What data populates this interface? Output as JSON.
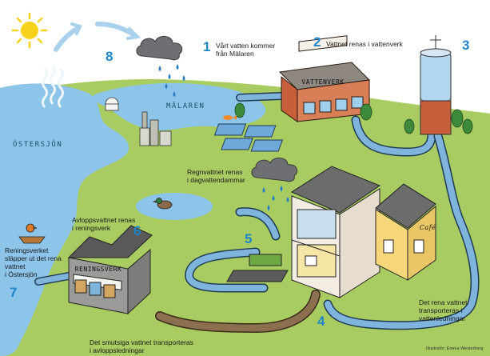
{
  "steps": {
    "s1": {
      "number": "1",
      "text": "Vårt vatten kommer\nfrån Mälaren"
    },
    "s2": {
      "number": "2",
      "text": "Vattnet renas i vattenverk"
    },
    "s3": {
      "number": "3"
    },
    "s4": {
      "number": "4",
      "text": "Det rena vattnet\ntransporteras i\nvattenledningar"
    },
    "s5": {
      "number": "5"
    },
    "s6": {
      "number": "6",
      "text": "Avloppsvattnet renas\ni reningsverk"
    },
    "s7": {
      "number": "7",
      "text": "Reningsverket\nsläpper ut det rena\nvattnet\ni Östersjön"
    },
    "s8": {
      "number": "8"
    }
  },
  "rainwater_text": "Regnvattnet renas\ni dagvattendammar",
  "sewage_text": "Det smutsiga vattnet transporteras\ni avloppsledningar",
  "places": {
    "malaren": "MÄLAREN",
    "ostersjon": "ÖSTERSJÖN"
  },
  "signs": {
    "vattenverk": "VATTENVERK",
    "reningsverk": "RENINGSVERK",
    "cafe": "Café"
  },
  "credit": "Illustratör: Emma Westerberg",
  "colors": {
    "number_blue": "#1e86c8",
    "water": "#8dc4ea",
    "land": "#a9cc62",
    "pipe_clean": "#7fb4dd",
    "pipe_dirty": "#8b6f4e"
  },
  "icons": [
    "sun-icon",
    "cloud-icon",
    "rain-icon",
    "evaporation-icon",
    "water-tower-icon",
    "duck-icon",
    "bird-icon",
    "fish-icon",
    "tree-icon"
  ]
}
